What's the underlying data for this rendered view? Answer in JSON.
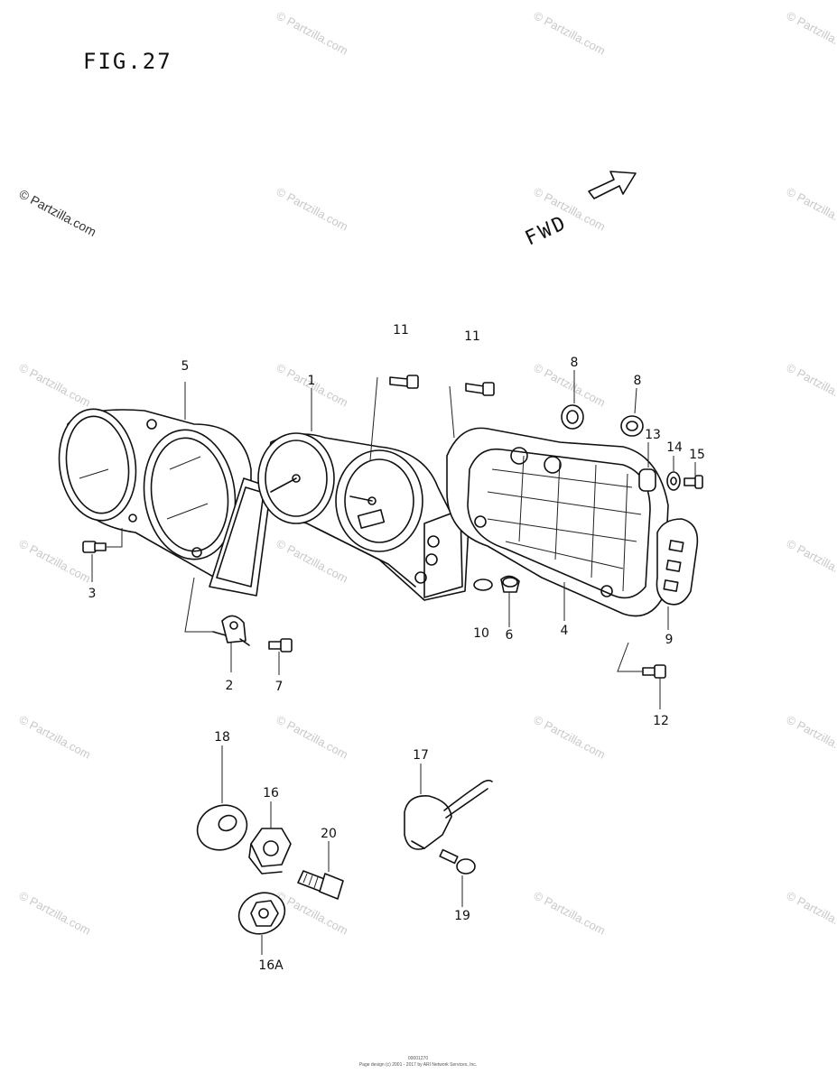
{
  "figure": {
    "title": "FIG.27",
    "direction_label": "FWD"
  },
  "watermark": {
    "main": "© Partzilla.com",
    "repeat": "© Partzilla.com"
  },
  "callouts": {
    "c1": "1",
    "c2": "2",
    "c3": "3",
    "c4": "4",
    "c5": "5",
    "c6": "6",
    "c7": "7",
    "c8a": "8",
    "c8b": "8",
    "c9": "9",
    "c10": "10",
    "c11a": "11",
    "c11b": "11",
    "c12": "12",
    "c13": "13",
    "c14": "14",
    "c15": "15",
    "c16": "16",
    "c16a": "16A",
    "c17": "17",
    "c18": "18",
    "c19": "19",
    "c20": "20"
  },
  "footer": {
    "code": "00001270",
    "line": "Page design (c) 2001 - 2017 by ARI Network Services, Inc."
  },
  "icons": [
    "fwd-arrow-icon"
  ]
}
